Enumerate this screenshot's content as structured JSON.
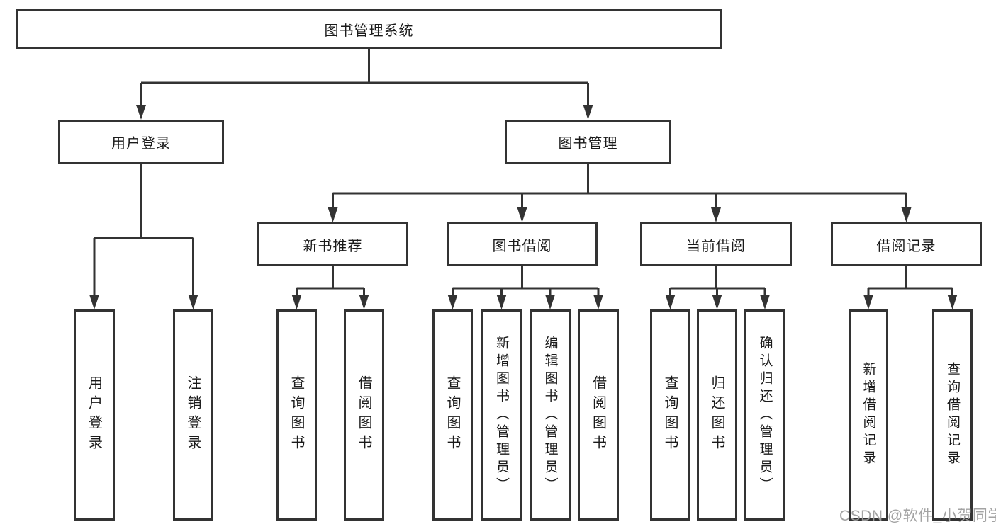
{
  "diagram": {
    "root": {
      "label": "图书管理系统"
    },
    "branches": [
      {
        "label": "用户登录",
        "children": [
          {
            "label": "用户登录"
          },
          {
            "label": "注销登录"
          }
        ]
      },
      {
        "label": "图书管理",
        "children": [
          {
            "label": "新书推荐",
            "children": [
              {
                "label": "查询图书"
              },
              {
                "label": "借阅图书"
              }
            ]
          },
          {
            "label": "图书借阅",
            "children": [
              {
                "label": "查询图书"
              },
              {
                "label": "新增图书（管理员）"
              },
              {
                "label": "编辑图书（管理员）"
              },
              {
                "label": "借阅图书"
              }
            ]
          },
          {
            "label": "当前借阅",
            "children": [
              {
                "label": "查询图书"
              },
              {
                "label": "归还图书"
              },
              {
                "label": "确认归还（管理员）"
              }
            ]
          },
          {
            "label": "借阅记录",
            "children": [
              {
                "label": "新增借阅记录"
              },
              {
                "label": "查询借阅记录"
              }
            ]
          }
        ]
      }
    ]
  },
  "watermark": {
    "text": "CSDN @软件_小贺同学"
  },
  "colors": {
    "line": "#333333",
    "box_border": "#333333",
    "text": "#1a1a1a",
    "watermark": "#9e9e9e",
    "background": "#ffffff"
  }
}
